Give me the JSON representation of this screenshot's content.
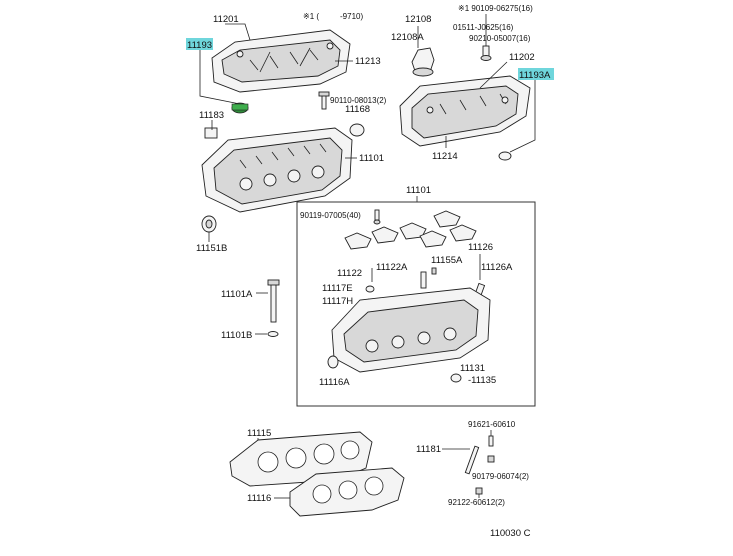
{
  "header": {
    "note_prefix": "※1 (",
    "note_suffix": "-9710)"
  },
  "labels": {
    "p11201": "11201",
    "p11193": "11193",
    "p11213": "11213",
    "p11183": "11183",
    "p12108": "12108",
    "p12108A": "12108A",
    "p90109_06275": "※1 90109-06275(16)",
    "p01511_j0625": "01511-J0625(16)",
    "p90210_05007": "90210-05007(16)",
    "p11202": "11202",
    "p11193A": "11193A",
    "p90110_08013": "90110-08013(2)",
    "p11168": "11168",
    "p11101_top": "11101",
    "p11214": "11214",
    "p11101_box": "11101",
    "p90119_07005": "90119-07005(40)",
    "p11126": "11126",
    "p11122": "11122",
    "p11122A": "11122A",
    "p11155A": "11155A",
    "p11126A": "11126A",
    "p11117E": "11117E",
    "p11117H": "11117H",
    "p11151B": "11151B",
    "p11101A": "11101A",
    "p11101B": "11101B",
    "p11131": "11131",
    "p11135": "-11135",
    "p11116A": "11116A",
    "p11115": "11115",
    "p11116": "11116",
    "p11181": "11181",
    "p91621_60610": "91621-60610",
    "p90179_06074": "90179-06074(2)",
    "p92122_60612": "92122-60612(2)",
    "footer_code": "110030 C"
  },
  "colors": {
    "highlight": "#6fd6dc",
    "line": "#222222"
  }
}
